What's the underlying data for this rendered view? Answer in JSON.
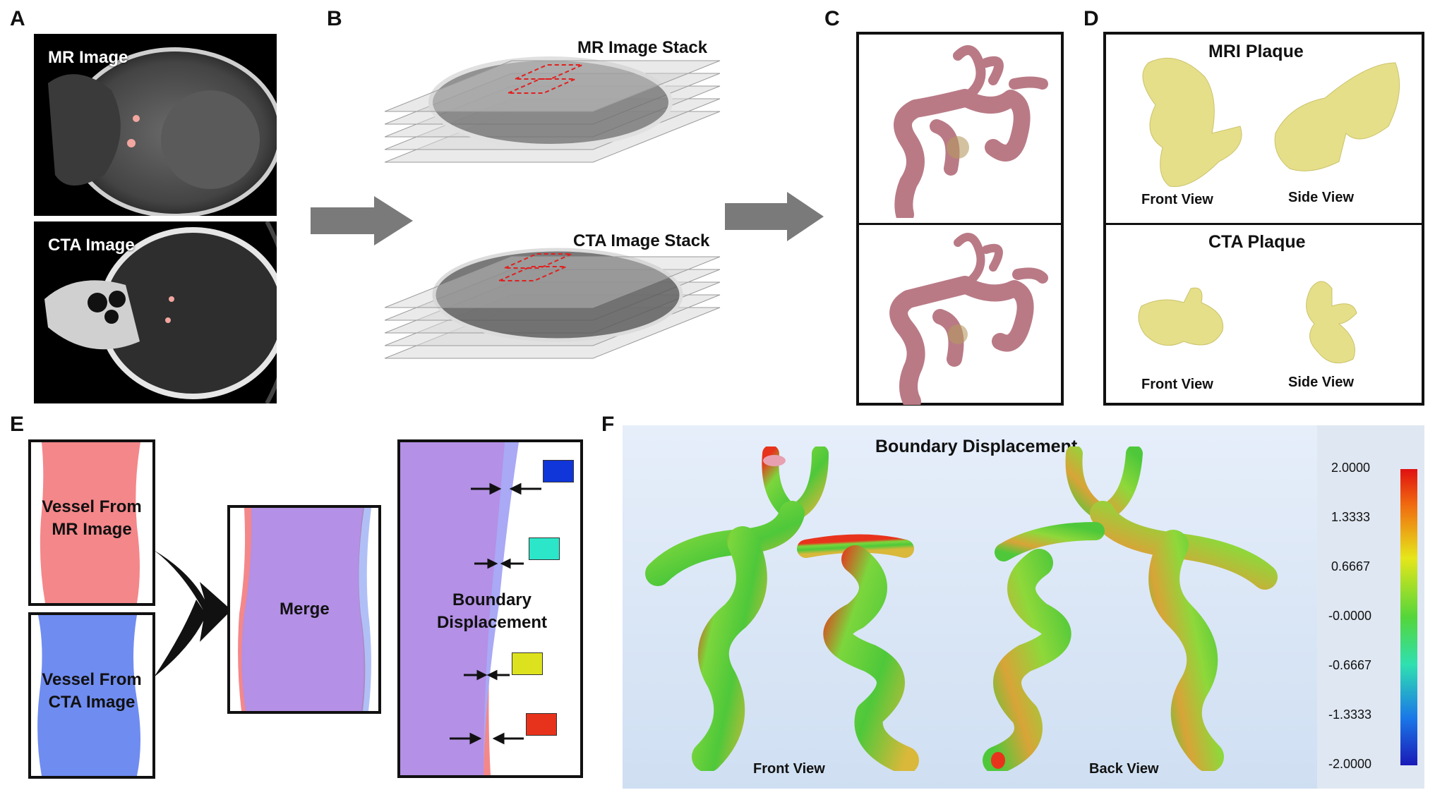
{
  "panels": {
    "A": {
      "letter": "A",
      "mr_label": "MR Image",
      "cta_label": "CTA Image"
    },
    "B": {
      "letter": "B",
      "mr_stack_label": "MR Image Stack",
      "cta_stack_label": "CTA Image Stack"
    },
    "C": {
      "letter": "C"
    },
    "D": {
      "letter": "D",
      "mri_plaque": "MRI Plaque",
      "cta_plaque": "CTA Plaque",
      "front_view_1": "Front View",
      "side_view_1": "Side View",
      "front_view_2": "Front View",
      "side_view_2": "Side View"
    },
    "E": {
      "letter": "E",
      "vessel_mr": "Vessel From MR Image",
      "vessel_cta": "Vessel From CTA Image",
      "merge": "Merge",
      "boundary": "Boundary Displacement"
    },
    "F": {
      "letter": "F",
      "title": "Boundary Displacement",
      "front_view": "Front View",
      "back_view": "Back View",
      "colorbar_ticks": [
        "2.0000",
        "1.3333",
        "0.6667",
        "-0.0000",
        "-0.6667",
        "-1.3333",
        "-2.0000"
      ]
    }
  },
  "colors": {
    "vessel_mr": "#f4878a",
    "vessel_cta": "#6f8cf0",
    "merge": "#b490e6",
    "plaque": "#e6df8a",
    "vessel_3d": "#b97a86",
    "swatches": [
      "#1035d8",
      "#2be6c8",
      "#dde21e",
      "#e8331c"
    ]
  }
}
